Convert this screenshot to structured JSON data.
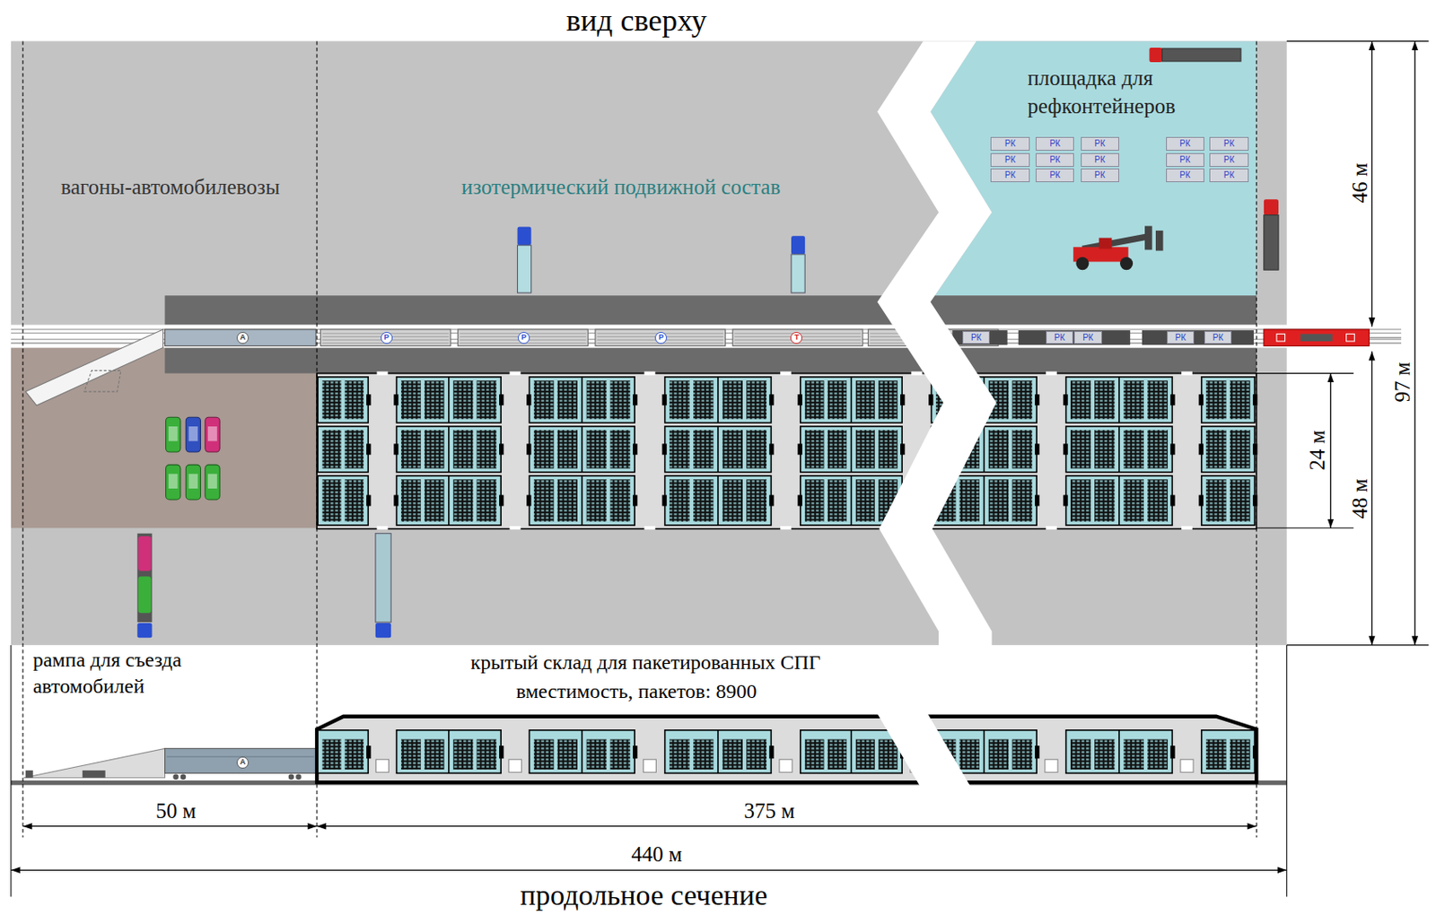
{
  "diagram": {
    "title": "вид сверху",
    "caption": "продольное сечение",
    "nodes": [
      {
        "text": [
          "площадка для рефконтейнеров"
        ]
      },
      {
        "text": [
          "РК"
        ],
        "in": 0
      },
      {
        "text": [
          "РК"
        ],
        "in": 0
      },
      {
        "text": [
          "РК"
        ],
        "in": 0
      },
      {
        "text": [
          "РК"
        ],
        "in": 0
      },
      {
        "text": [
          "РК"
        ],
        "in": 0
      },
      {
        "text": [
          "РК"
        ],
        "in": 0
      },
      {
        "text": [
          "РК"
        ],
        "in": 0
      },
      {
        "text": [
          "РК"
        ],
        "in": 0
      },
      {
        "text": [
          "РК"
        ],
        "in": 0
      },
      {
        "text": [
          "РК"
        ],
        "in": 0
      },
      {
        "text": [
          "РК"
        ],
        "in": 0
      },
      {
        "text": [
          "РК"
        ],
        "in": 0
      },
      {
        "text": [
          "РК"
        ],
        "in": 0
      },
      {
        "text": [
          "РК"
        ],
        "in": 0
      },
      {
        "text": [
          "РК"
        ],
        "in": 0
      },
      {
        "text": [
          "А"
        ]
      },
      {
        "text": [
          "Р"
        ]
      },
      {
        "text": [
          "Р"
        ]
      },
      {
        "text": [
          "Р"
        ]
      },
      {
        "text": [
          "Т"
        ]
      },
      {
        "text": [
          "РК"
        ]
      },
      {
        "text": [
          "РК"
        ]
      },
      {
        "text": [
          "РК"
        ]
      },
      {
        "text": [
          "РК"
        ]
      },
      {
        "text": [
          "РК"
        ]
      },
      {
        "text": [
          "А"
        ]
      }
    ],
    "labels": [
      "вагоны-автомобилевозы",
      "изотермический подвижной состав",
      "рампа для съезда автомобилей",
      "крытый склад для пакетированных СПГ",
      "вместимость, пакетов: 8900",
      "46 м",
      "97 м",
      "24 м",
      "48 м",
      "50 м",
      "375 м",
      "440 м"
    ]
  }
}
